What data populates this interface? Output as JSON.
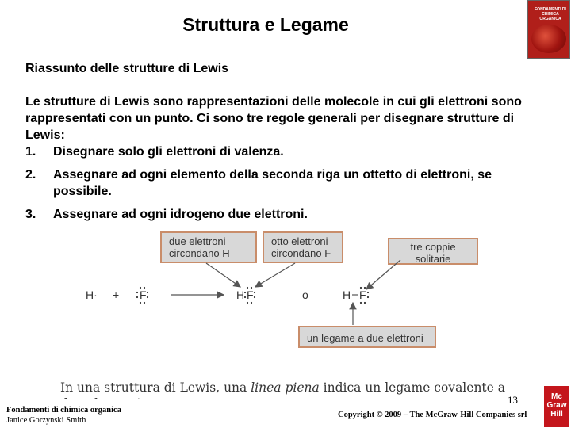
{
  "slide": {
    "title": "Struttura e Legame",
    "subtitle": "Riassunto delle strutture di Lewis",
    "intro": "Le strutture di Lewis sono rappresentazioni delle molecole in cui gli elettroni sono rappresentati con un punto. Ci sono tre regole generali per disegnare strutture di Lewis:",
    "rules": [
      {
        "num": "1.",
        "text": "Disegnare solo gli elettroni di valenza."
      },
      {
        "num": "2.",
        "text": "Assegnare ad ogni elemento della seconda riga un ottetto di elettroni, se possibile."
      },
      {
        "num": "3.",
        "text": "Assegnare ad ogni idrogeno due elettroni."
      }
    ]
  },
  "cover": {
    "text": "FONDAMENTI DI CHIMICA ORGANICA"
  },
  "figure": {
    "labels": {
      "box1_line1": "due elettroni",
      "box1_line2": "circondano H",
      "box2_line1": "otto elettroni",
      "box2_line2": "circondano F",
      "box3_line1": "tre coppie",
      "box3_line2": "solitarie",
      "box4": "un legame a due elettroni"
    },
    "equation": {
      "h_dot": "H·",
      "plus": "+",
      "f_atom": "F",
      "product_h": "H",
      "product_f": "F",
      "or": "o",
      "alt_h": "H",
      "alt_f": "F"
    },
    "caption_pre": "In una struttura di Lewis, una ",
    "caption_em": "linea piena",
    "caption_post": " indica un legame covalente a due elettroni."
  },
  "footer": {
    "book": "Fondamenti di chimica organica",
    "author": "Janice Gorzynski Smith",
    "page": "13",
    "copyright": "Copyright © 2009 – The McGraw-Hill Companies srl",
    "logo_l1": "Mc",
    "logo_l2": "Graw",
    "logo_l3": "Hill"
  },
  "colors": {
    "label_box_bg": "#d8d8d8",
    "label_box_border": "#c98d6a",
    "logo_red": "#c4161c"
  }
}
